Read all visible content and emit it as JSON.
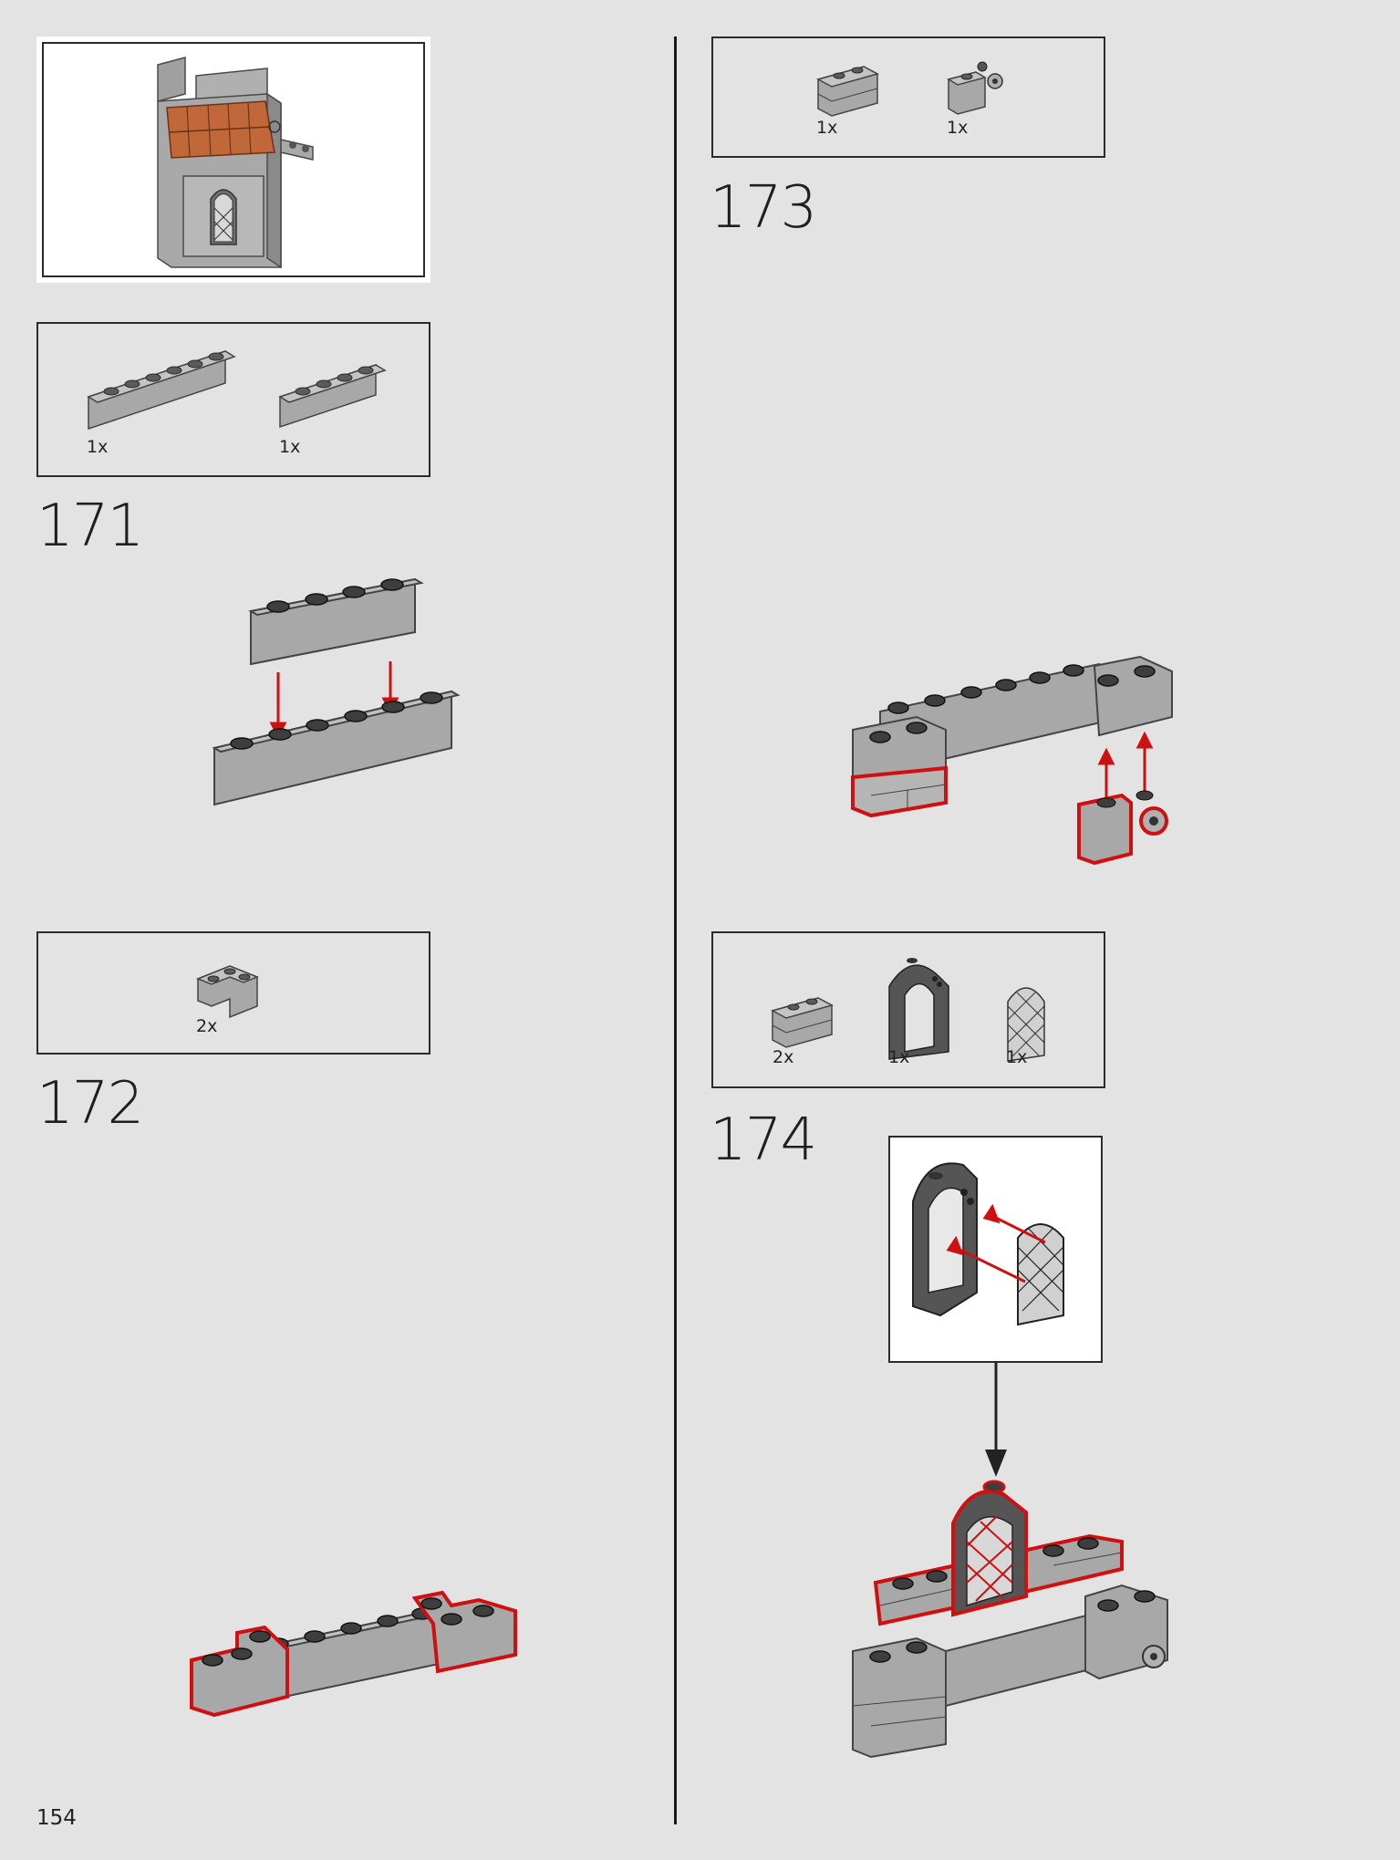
{
  "page": {
    "number": "154"
  },
  "steps": [
    {
      "number": "171",
      "parts": [
        {
          "qty": "1x",
          "part": "brick 1x6"
        },
        {
          "qty": "1x",
          "part": "brick 1x4"
        }
      ]
    },
    {
      "number": "172",
      "parts": [
        {
          "qty": "2x",
          "part": "corner brick 2x2"
        }
      ]
    },
    {
      "number": "173",
      "parts": [
        {
          "qty": "1x",
          "part": "masonry brick 1x2"
        },
        {
          "qty": "1x",
          "part": "brick with clip"
        }
      ]
    },
    {
      "number": "174",
      "parts": [
        {
          "qty": "2x",
          "part": "masonry brick 1x2"
        },
        {
          "qty": "1x",
          "part": "arch window frame"
        },
        {
          "qty": "1x",
          "part": "lattice window pane"
        }
      ]
    }
  ],
  "colors": {
    "background": "#e3e3e3",
    "brick_light": "#a8a8a8",
    "brick_dark": "#5b5b5b",
    "highlight": "#d01010",
    "roof": "#c0683a"
  }
}
